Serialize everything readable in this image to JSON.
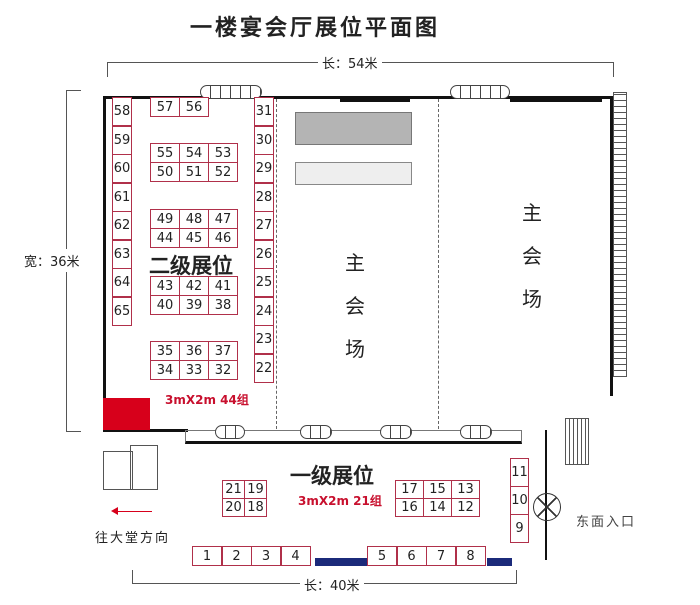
{
  "title": "一楼宴会厅展位平面图",
  "dimensions": {
    "top": "长：54米",
    "left": "宽：36米",
    "bottom": "长：40米"
  },
  "zones": {
    "secondary": "二级展位",
    "secondary_spec": "3mX2m 44组",
    "primary": "一级展位",
    "primary_spec": "3mX2m 21组",
    "main_hall": [
      "主",
      "会",
      "场"
    ]
  },
  "labels": {
    "lobby": "往大堂方向",
    "east_entrance": "东面入口"
  },
  "booths": {
    "left_col": [
      "58",
      "59",
      "60",
      "61",
      "62",
      "63",
      "64",
      "65"
    ],
    "right_col": [
      "31",
      "30",
      "29",
      "28",
      "27",
      "26",
      "25",
      "24",
      "23",
      "22"
    ],
    "g0": [
      "57",
      "56"
    ],
    "g1": [
      "55",
      "54",
      "53",
      "50",
      "51",
      "52"
    ],
    "g2": [
      "49",
      "48",
      "47",
      "44",
      "45",
      "46"
    ],
    "g3": [
      "43",
      "42",
      "41",
      "40",
      "39",
      "38"
    ],
    "g4": [
      "35",
      "36",
      "37",
      "34",
      "33",
      "32"
    ],
    "p1": [
      "21",
      "19",
      "20",
      "18"
    ],
    "p2": [
      "17",
      "15",
      "13",
      "16",
      "14",
      "12"
    ],
    "p3": [
      "11",
      "10",
      "9"
    ],
    "bottom": [
      "1",
      "2",
      "3",
      "4",
      "5",
      "6",
      "7",
      "8"
    ]
  },
  "colors": {
    "booth_border": "#b0304a",
    "accent_red": "#d7001b",
    "navy": "#1b2a7a"
  }
}
